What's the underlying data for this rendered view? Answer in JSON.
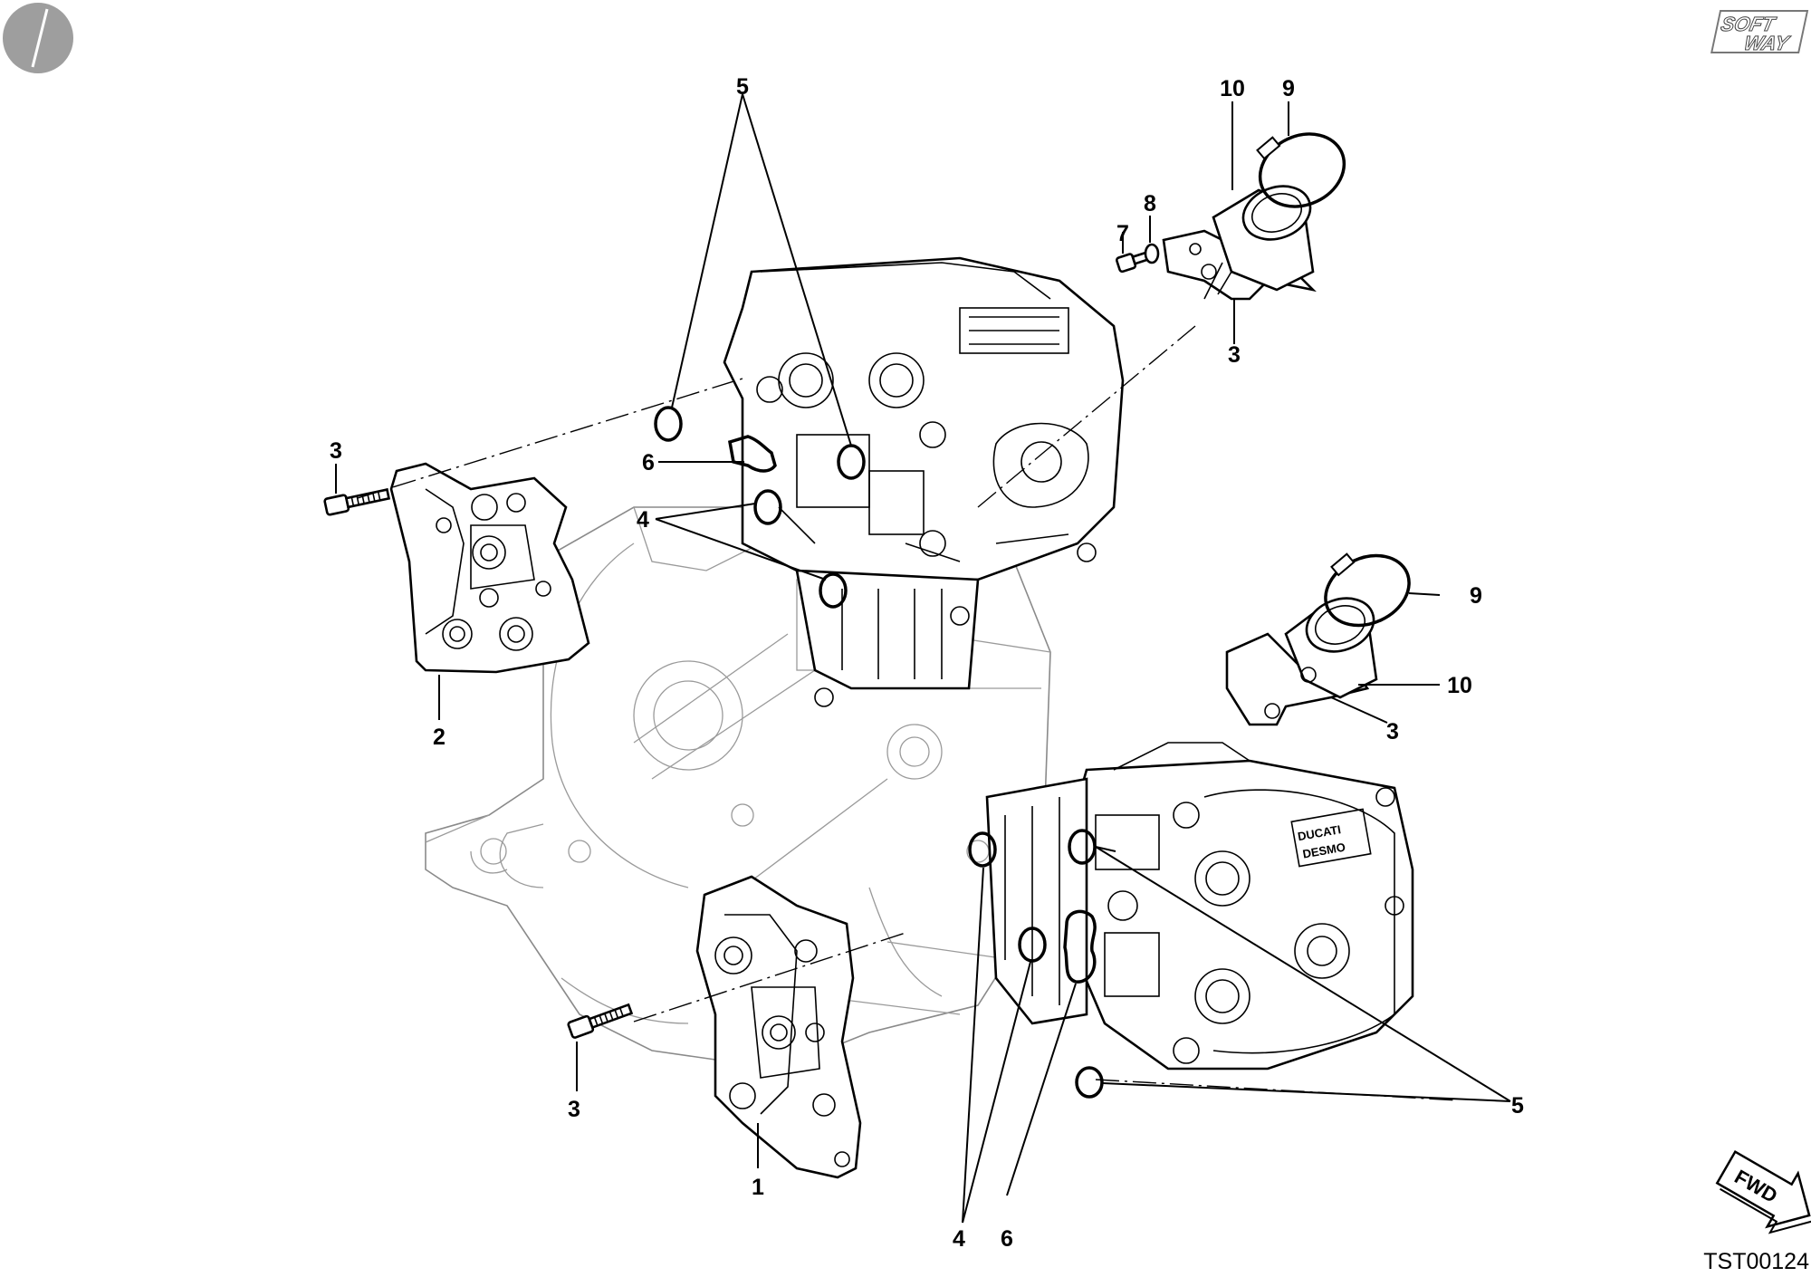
{
  "drawing_code": "TST00124",
  "logo": {
    "line1": "SOFT",
    "line2": "WAY"
  },
  "fwd_label": "FWD",
  "callouts": {
    "c1": "1",
    "c2": "2",
    "c3a": "3",
    "c3b": "3",
    "c3c": "3",
    "c3d": "3",
    "c4a": "4",
    "c4b": "4",
    "c5a": "5",
    "c5b": "5",
    "c6a": "6",
    "c6b": "6",
    "c7": "7",
    "c8": "8",
    "c9a": "9",
    "c9b": "9",
    "c10a": "10",
    "c10b": "10"
  },
  "head_marking": {
    "line1": "DUCATI",
    "line2": "DESMO"
  },
  "colors": {
    "ink": "#000000",
    "ghost": "#8a8a8a",
    "badge": "#9e9e9e"
  }
}
